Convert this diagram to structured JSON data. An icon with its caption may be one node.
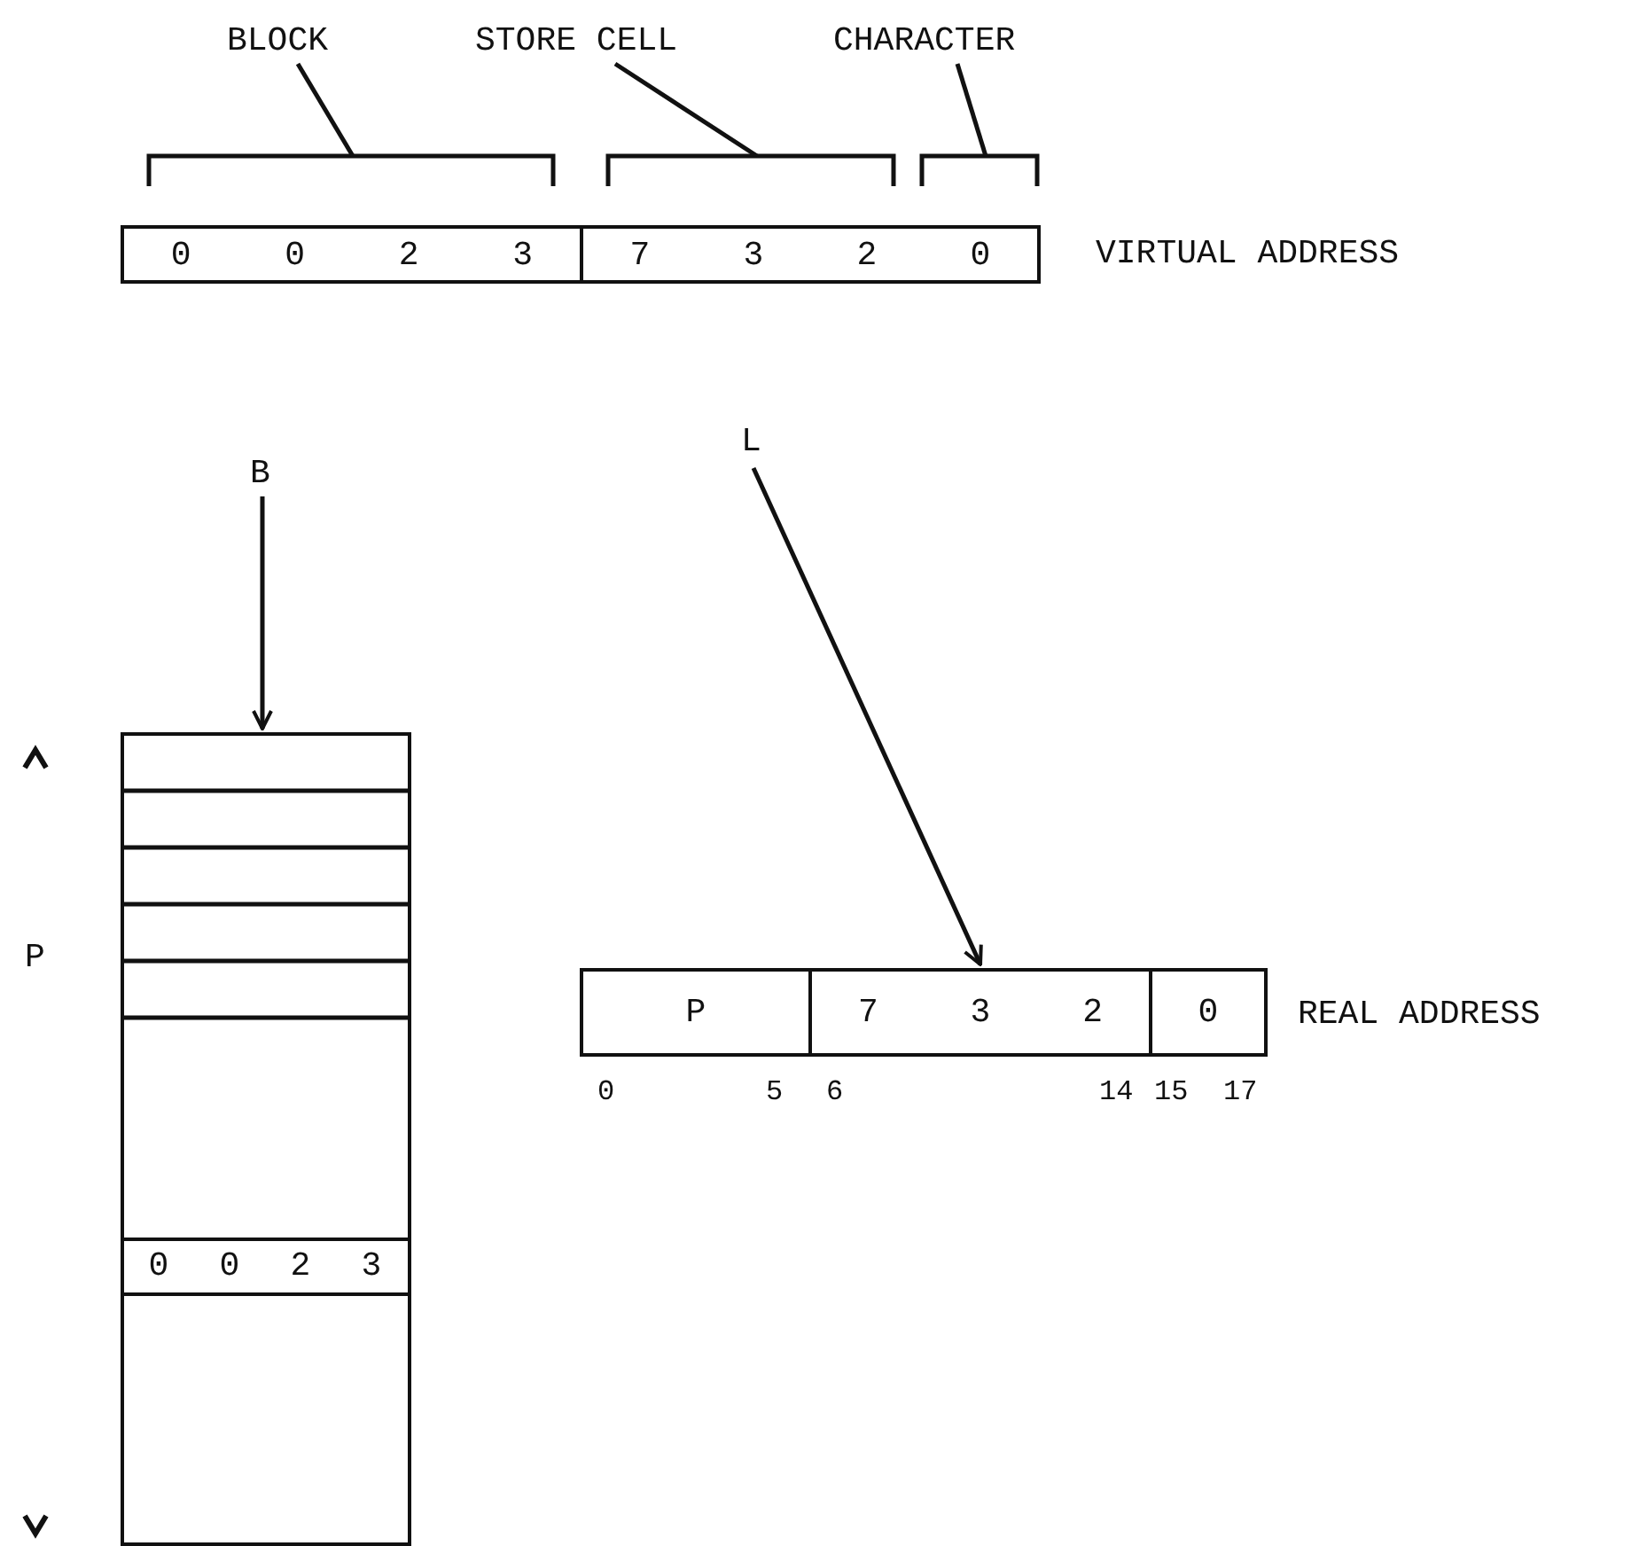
{
  "diagram": {
    "nodes": [
      {
        "text": [
          "BLOCK"
        ]
      },
      {
        "text": [
          "STORE CELL"
        ]
      },
      {
        "text": [
          "CHARACTER"
        ]
      },
      {
        "text": [],
        "shape": "bracket"
      },
      {
        "text": [],
        "shape": "bracket"
      },
      {
        "text": [],
        "shape": "bracket"
      },
      {
        "text": [
          "0 0 2 3"
        ]
      },
      {
        "text": [
          "7 3 2 0"
        ]
      },
      {
        "text": [
          "B"
        ]
      },
      {
        "text": [],
        "shape": "box"
      },
      {
        "text": [
          "0 0 2 3"
        ],
        "in": 9
      },
      {
        "text": [
          "L"
        ]
      },
      {
        "text": [
          "P"
        ]
      },
      {
        "text": [
          "7 3 2"
        ]
      },
      {
        "text": [
          "0"
        ]
      }
    ],
    "edges": [
      {
        "from": 0,
        "to": 3,
        "arrow": "none"
      },
      {
        "from": 1,
        "to": 4,
        "arrow": "none"
      },
      {
        "from": 2,
        "to": 5,
        "arrow": "none"
      },
      {
        "from": 8,
        "to": 9,
        "arrow": "to"
      },
      {
        "from": 11,
        "to": 13,
        "arrow": "to"
      }
    ],
    "labels": [
      "VIRTUAL ADDRESS",
      "P",
      "REAL ADDRESS",
      "0",
      "5",
      "6",
      "14",
      "15",
      "17"
    ]
  }
}
